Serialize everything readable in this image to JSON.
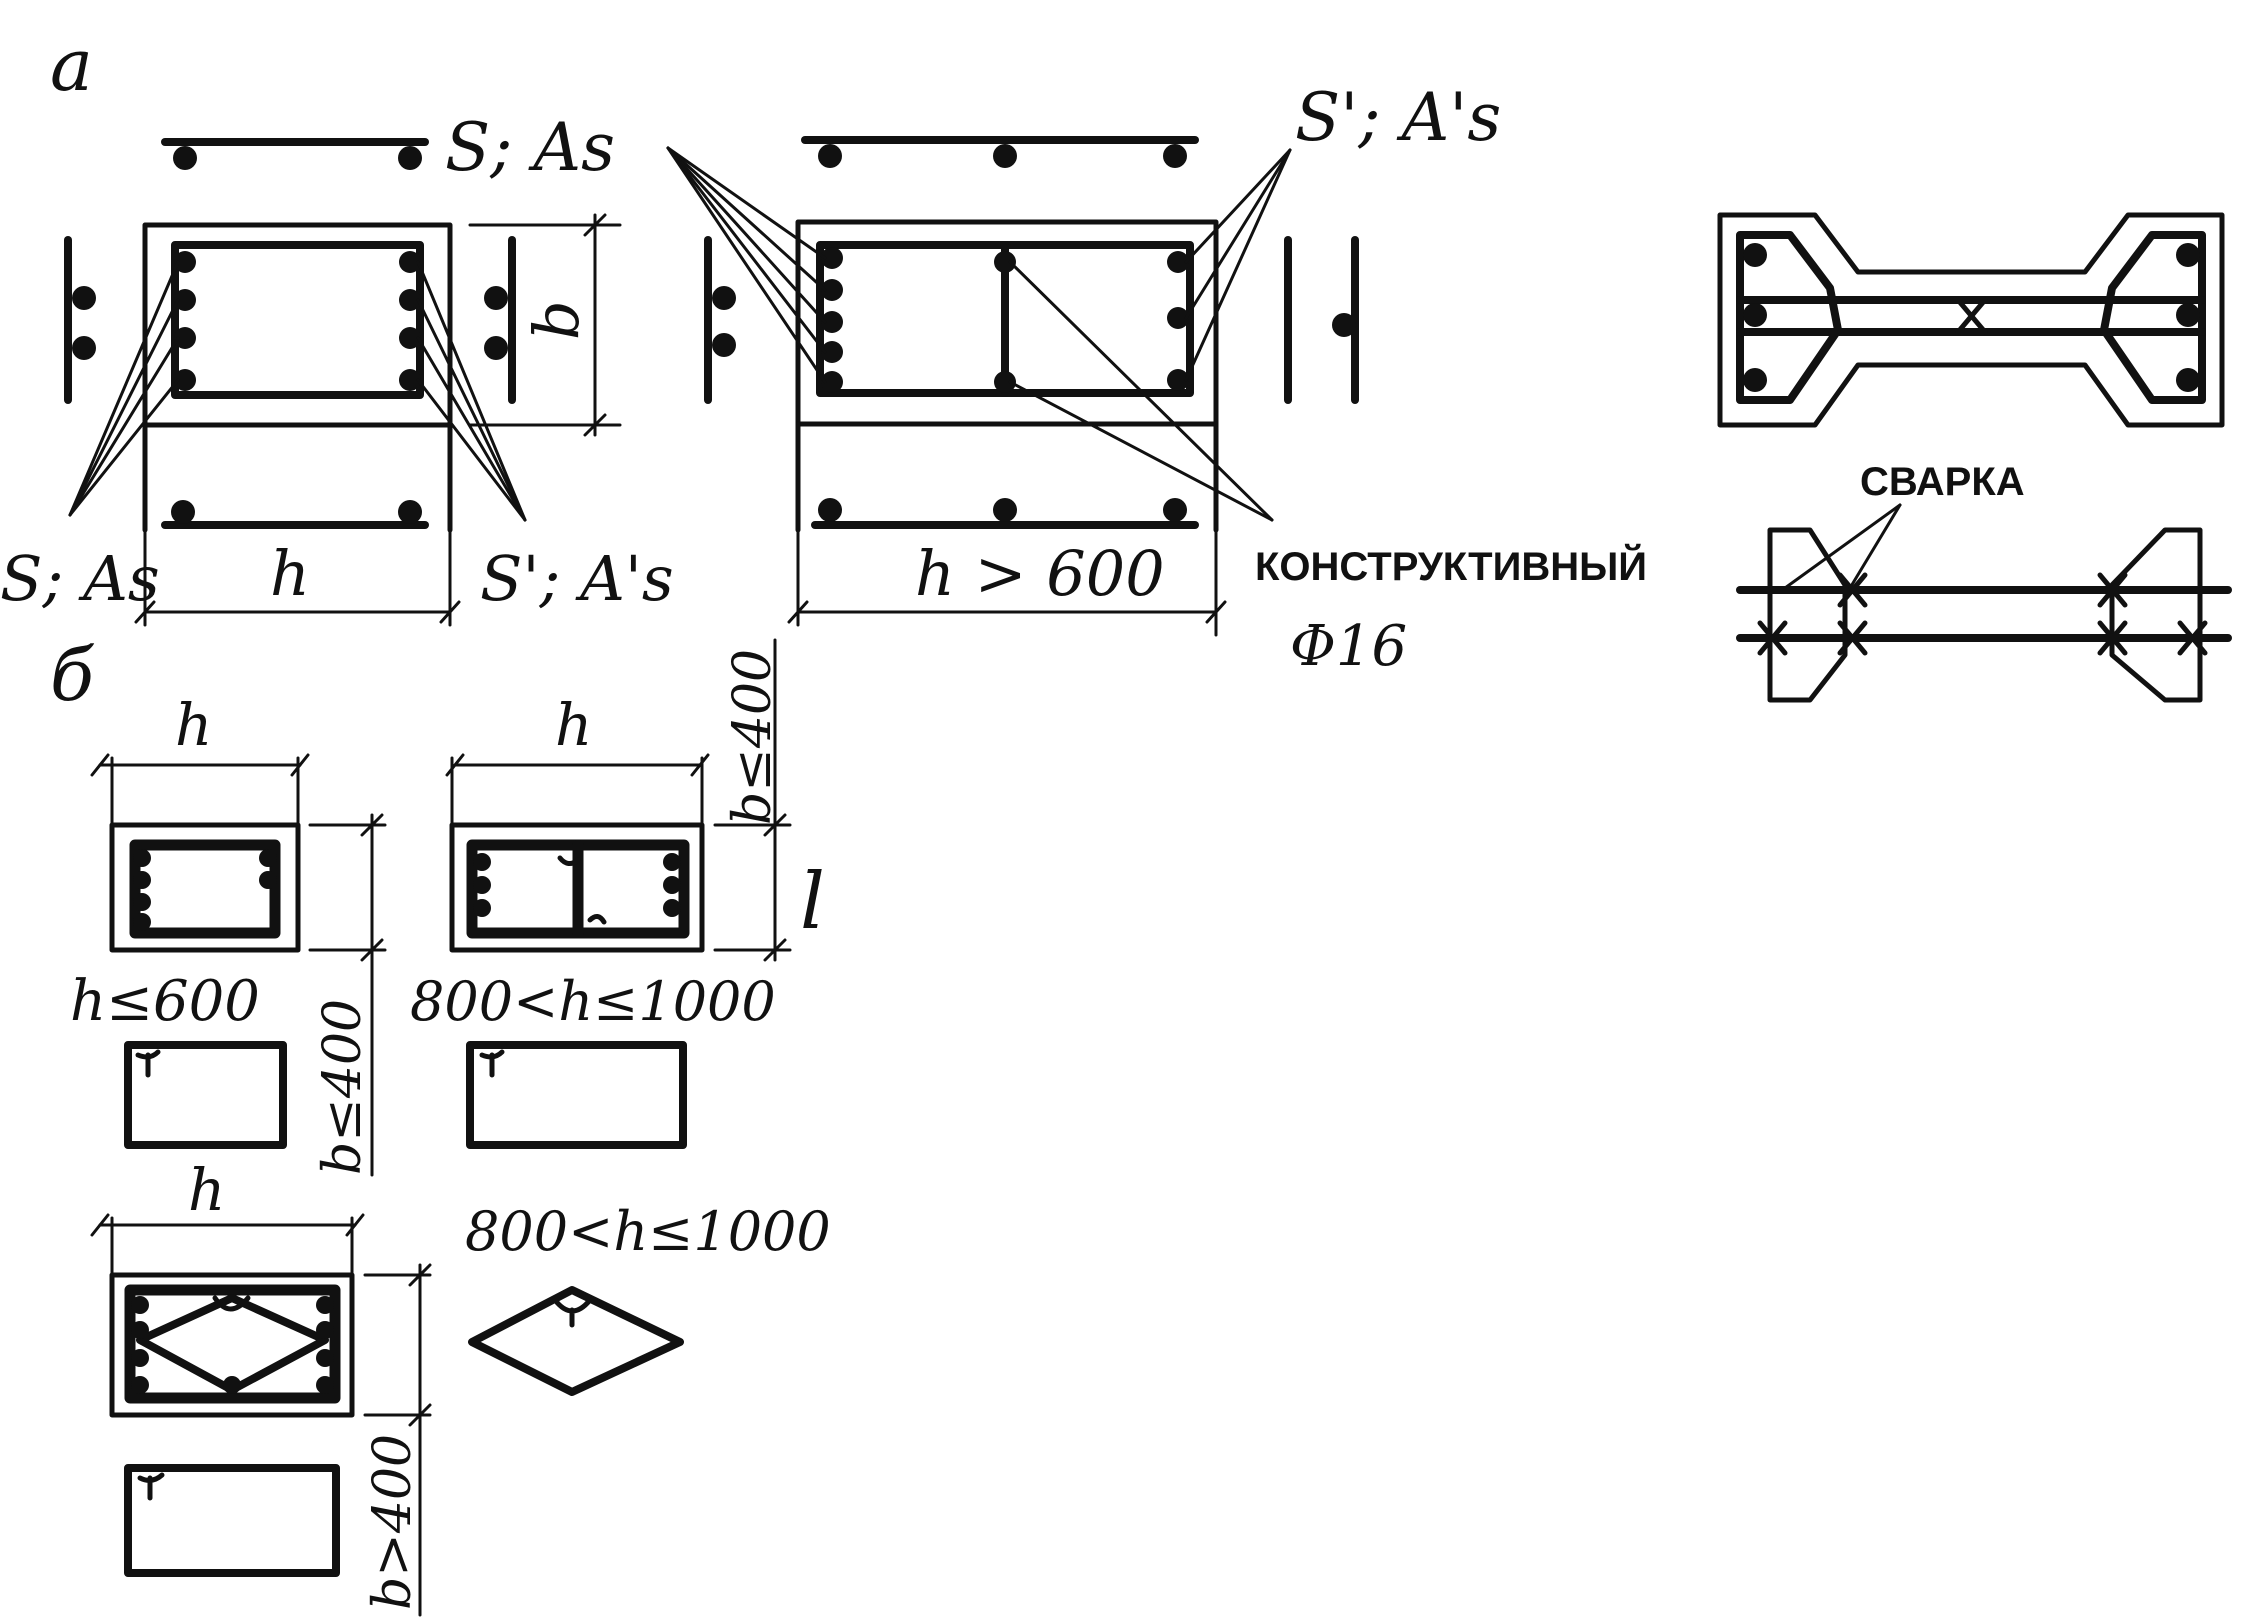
{
  "panels": {
    "a": "а",
    "b": "б"
  },
  "labels": {
    "s_as_top": "S; As",
    "s_as_prime_top": "S'; A's",
    "s_as_left": "S; As",
    "s_as_prime_left": "S'; A's",
    "dim_h": "h",
    "dim_b": "b",
    "dim_h_gt_600": "h > 600",
    "konstruktivny": "КОНСТРУКТИВНЫЙ",
    "phi16": "Φ16",
    "svarka": "СВАРКА",
    "h_small_1": "h",
    "h_small_2": "h",
    "h_small_3": "h",
    "b_le_400_right": "b≤400",
    "l_mark": "l",
    "h_le_600": "h≤600",
    "b_le_400_left": "b≤400",
    "range_800_1000_a": "800<h≤1000",
    "range_800_1000_b": "800<h≤1000",
    "b_gt_400": "b>400"
  },
  "colors": {
    "ink": "#111111",
    "paper": "#ffffff"
  }
}
